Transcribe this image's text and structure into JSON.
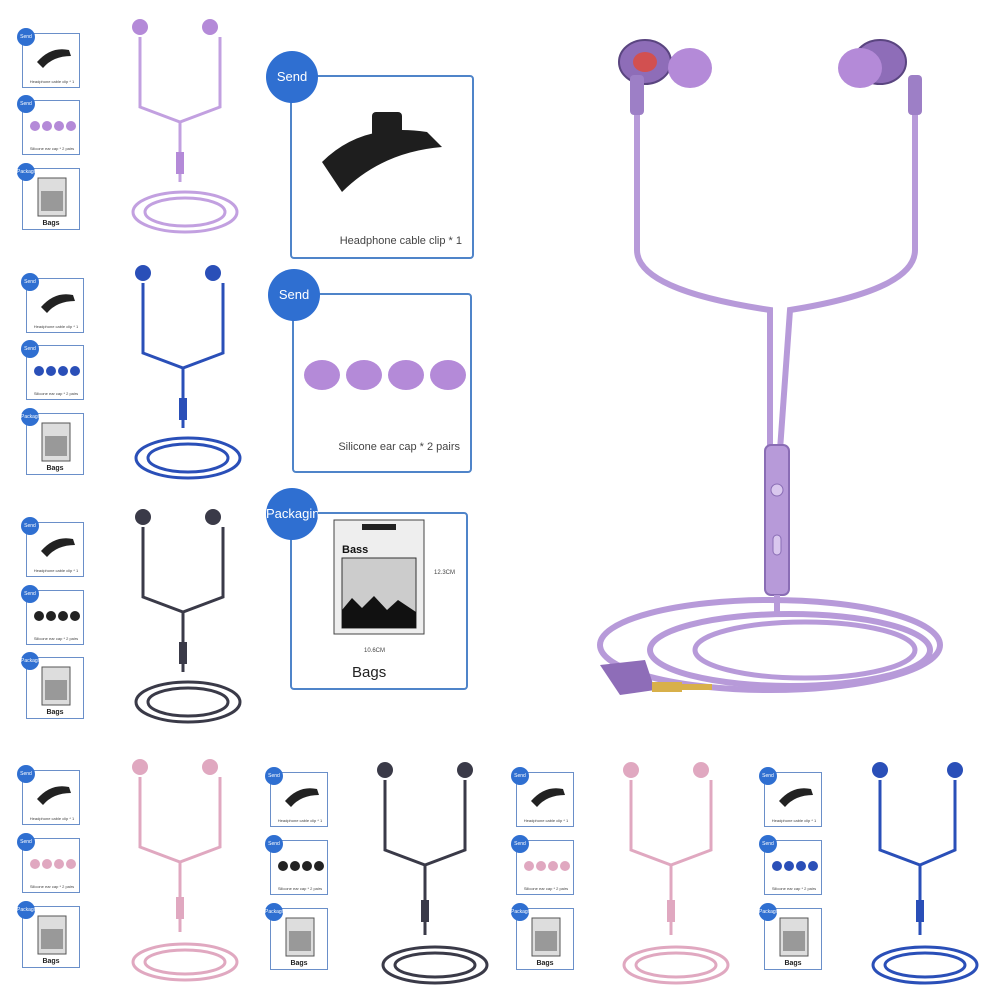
{
  "accessories": {
    "badge_send": "Send",
    "badge_packaging": "Packagin",
    "badge_packaging_mini": "Packaging",
    "clip_caption": "Headphone cable clip * 1",
    "caps_caption": "Silicone ear cap * 2 pairs",
    "bags_label": "Bags",
    "bass_label": "Bass",
    "height_dim": "12.3CM",
    "width_dim": "10.6CM"
  },
  "colors": {
    "purple": "#b48ad8",
    "blue": "#2a4fb8",
    "black": "#3a3a48",
    "pink": "#e0a8c0",
    "accent": "#2f6fd1"
  }
}
